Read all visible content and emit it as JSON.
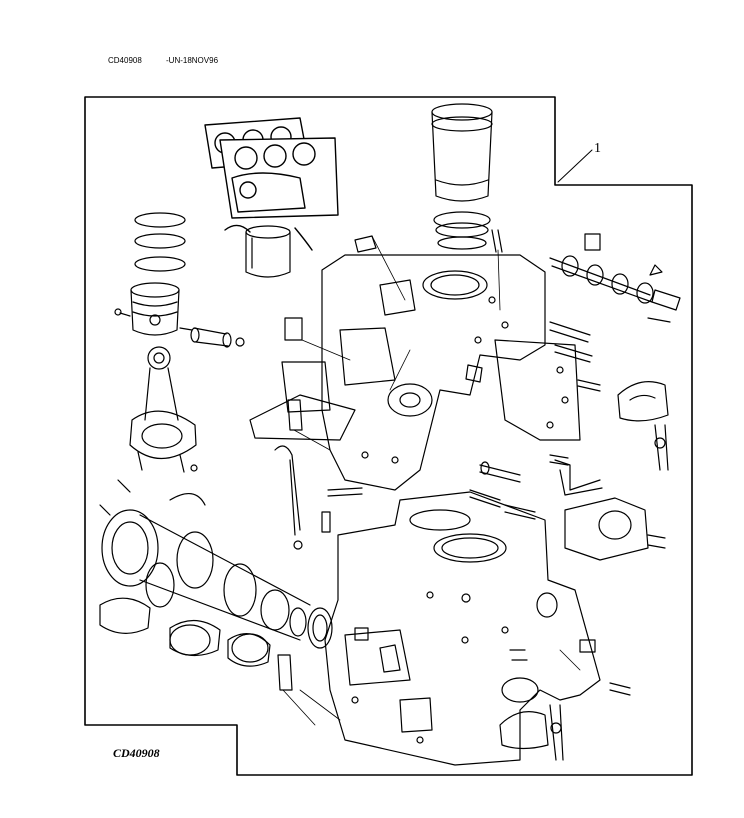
{
  "header": {
    "figure_code": "CD40908",
    "date_code": "-UN-18NOV96"
  },
  "diagram": {
    "callout_number": "1"
  },
  "footer": {
    "figure_code": "CD40908"
  }
}
